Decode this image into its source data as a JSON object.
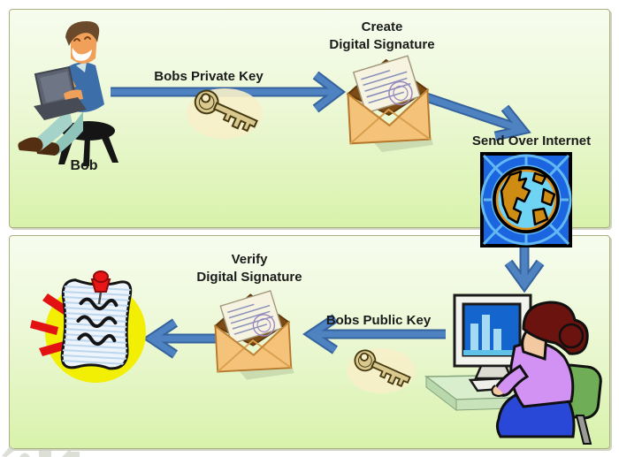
{
  "top_panel": {
    "actor": "Bob",
    "private_key_label": "Bobs Private Key",
    "create": {
      "line1": "Create",
      "line2": "Digital Signature"
    },
    "send_label": "Send Over Internet"
  },
  "bottom_panel": {
    "public_key_label": "Bobs Public Key",
    "verify": {
      "line1": "Verify",
      "line2": "Digital Signature"
    }
  },
  "icons": {
    "bob": "man-at-laptop-illustration",
    "private_key": "key-icon",
    "create_envelope": "open-envelope-with-signed-letter-icon",
    "internet": "globe-on-web-icon",
    "receiver": "woman-at-computer-illustration",
    "public_key": "key-icon",
    "verify_envelope": "open-envelope-with-signed-letter-icon",
    "verified_document": "pinned-document-icon"
  },
  "colors": {
    "arrow": "#4e82c0",
    "arrow_outline": "#35639e",
    "panel_border": "#a9b183",
    "panel_gradient_top": "#f7fcee",
    "panel_gradient_bottom": "#d8f2ab",
    "text": "#1b1b1b",
    "globe_background": "#1b66e0",
    "envelope": "#f4c279",
    "key": "#d9c98e",
    "highlight_circle": "#f2ee04"
  }
}
